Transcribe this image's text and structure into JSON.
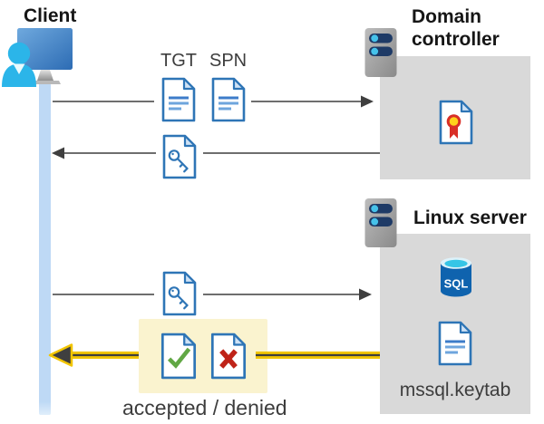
{
  "diagram": {
    "client_label": "Client",
    "domain_controller_label": "Domain controller",
    "linux_server_label": "Linux server",
    "tgt_label": "TGT",
    "spn_label": "SPN",
    "sql_label": "SQL",
    "keytab_label": "mssql.keytab",
    "result_label": "accepted / denied"
  },
  "colors": {
    "doc_border": "#2e75b6",
    "doc_fold": "#cfe2f5",
    "box_gray": "#d9d9d9",
    "highlight_yellow": "#faf3cf",
    "arrow_gray": "#595959",
    "arrow_dark": "#3f3f3f",
    "arrow_yellow": "#f2c500",
    "timeline_blue": "#bed9f5",
    "person_cyan": "#2bb5e9",
    "check_green": "#61a744",
    "cross_red": "#bf2318",
    "sql_blue": "#0f63ae",
    "pill_navy": "#1e3a66",
    "heading_color": "#161616",
    "text_gray": "#3d3d3d"
  }
}
